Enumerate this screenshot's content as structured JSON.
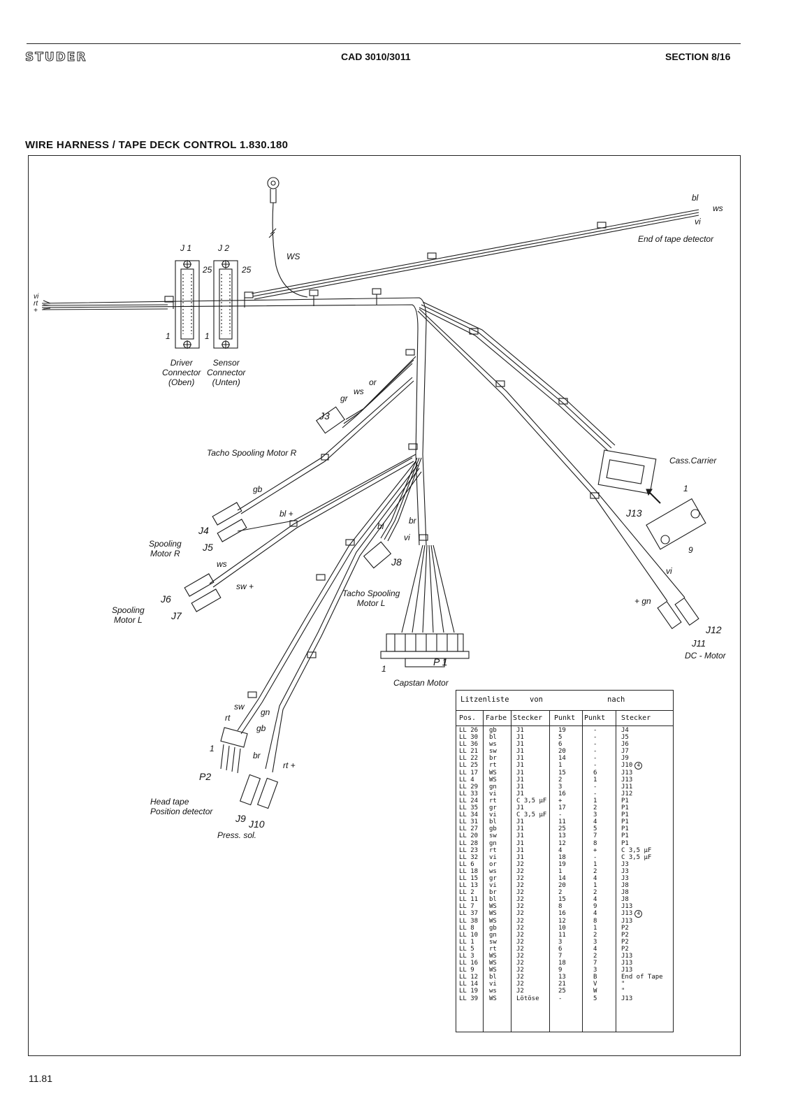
{
  "header": {
    "brand": "STUDER",
    "document": "CAD 3010/3011",
    "section": "SECTION 8/16"
  },
  "diagram_title": "WIRE HARNESS / TAPE DECK CONTROL   1.830.180",
  "footer": "11.81",
  "labels": {
    "j1": "J 1",
    "j2": "J 2",
    "pin25a": "25",
    "pin25b": "25",
    "pin1a": "1",
    "pin1b": "1",
    "driver_connector": "Driver\nConnector\n(Oben)",
    "sensor_connector": "Sensor\nConnector\n(Unten)",
    "ws_top": "WS",
    "left_wires": "vi\nrt\n+",
    "end_of_tape_colors_bl": "bl",
    "end_of_tape_colors_ws": "ws",
    "end_of_tape_colors_vi": "vi",
    "end_of_tape_detector": "End of tape detector",
    "j3": "J3",
    "gr": "gr",
    "ws_j3": "ws",
    "or_j3": "or",
    "tacho_spooling_motor_r": "Tacho Spooling Motor R",
    "gb_j4": "gb",
    "bl_plus": "bl +",
    "j4": "J4",
    "j5": "J5",
    "spooling_motor_r": "Spooling\nMotor R",
    "ws_j6": "ws",
    "sw_plus": "sw +",
    "j6": "J6",
    "j7": "J7",
    "spooling_motor_l": "Spooling\nMotor L",
    "bl_j8": "bl",
    "br_j8": "br",
    "vi_j8": "vi",
    "j8": "J8",
    "tacho_spooling_motor_l": "Tacho Spooling\nMotor L",
    "p1": "P 1",
    "pin1_p1": "1",
    "capstan_motor": "Capstan Motor",
    "cass_carrier": "Cass.Carrier",
    "j13": "J13",
    "pin1_j13": "1",
    "pin9_j13": "9",
    "vi_j12": "vi",
    "gn_plus": "+ gn",
    "j12": "J12",
    "j11": "J11",
    "dc_motor": "DC - Motor",
    "sw_p2": "sw",
    "rt_p2": "rt",
    "gn_p2": "gn",
    "gb_p2": "gb",
    "pin1_p2": "1",
    "p2": "P2",
    "br_j9": "br",
    "rt_plus": "rt +",
    "head_tape_position_detector": "Head tape\nPosition detector",
    "j9": "J9",
    "j10": "J10",
    "press_sol": "Press. sol."
  },
  "wire_list": {
    "title": "Litzenliste",
    "from": "von",
    "to": "nach",
    "columns": [
      "Pos.",
      "Farbe",
      "Stecker",
      "Punkt",
      "Punkt",
      "Stecker"
    ],
    "rows": [
      [
        "LL 26",
        "gb",
        "J1",
        "19",
        "-",
        "J4"
      ],
      [
        "LL 30",
        "bl",
        "J1",
        "5",
        "-",
        "J5"
      ],
      [
        "LL 36",
        "ws",
        "J1",
        "6",
        "-",
        "J6"
      ],
      [
        "LL 21",
        "sw",
        "J1",
        "20",
        "-",
        "J7"
      ],
      [
        "LL 22",
        "br",
        "J1",
        "14",
        "-",
        "J9"
      ],
      [
        "LL 25",
        "rt",
        "J1",
        "1",
        "-",
        "J10"
      ],
      [
        "LL 17",
        "WS",
        "J1",
        "15",
        "6",
        "J13"
      ],
      [
        "LL  4",
        "WS",
        "J1",
        "2",
        "1",
        "J13"
      ],
      [
        "LL 29",
        "gn",
        "J1",
        "3",
        "-",
        "J11"
      ],
      [
        "LL 33",
        "vi",
        "J1",
        "16",
        "-",
        "J12"
      ],
      [
        "LL 24",
        "rt",
        "C 3,5 µF",
        "+",
        "1",
        "P1"
      ],
      [
        "LL 35",
        "gr",
        "J1",
        "17",
        "2",
        "P1"
      ],
      [
        "LL 34",
        "vi",
        "C 3,5 µF",
        "-",
        "3",
        "P1"
      ],
      [
        "LL 31",
        "bl",
        "J1",
        "11",
        "4",
        "P1"
      ],
      [
        "LL 27",
        "gb",
        "J1",
        "25",
        "5",
        "P1"
      ],
      [
        "LL 20",
        "sw",
        "J1",
        "13",
        "7",
        "P1"
      ],
      [
        "LL 28",
        "gn",
        "J1",
        "12",
        "8",
        "P1"
      ],
      [
        "LL 23",
        "rt",
        "J1",
        "4",
        "+",
        "C 3,5 µF"
      ],
      [
        "LL 32",
        "vi",
        "J1",
        "18",
        "-",
        "C 3,5 µF"
      ],
      [
        "LL  6",
        "or",
        "J2",
        "19",
        "1",
        "J3"
      ],
      [
        "LL 18",
        "ws",
        "J2",
        "1",
        "2",
        "J3"
      ],
      [
        "LL 15",
        "gr",
        "J2",
        "14",
        "4",
        "J3"
      ],
      [
        "LL 13",
        "vi",
        "J2",
        "20",
        "1",
        "J8"
      ],
      [
        "LL  2",
        "br",
        "J2",
        "2",
        "2",
        "J8"
      ],
      [
        "LL 11",
        "bl",
        "J2",
        "15",
        "4",
        "J8"
      ],
      [
        "LL  7",
        "WS",
        "J2",
        "8",
        "9",
        "J13"
      ],
      [
        "LL 37",
        "WS",
        "J2",
        "16",
        "4",
        "J13"
      ],
      [
        "LL 38",
        "WS",
        "J2",
        "12",
        "8",
        "J13"
      ],
      [
        "LL  8",
        "gb",
        "J2",
        "10",
        "1",
        "P2"
      ],
      [
        "LL 10",
        "gn",
        "J2",
        "11",
        "2",
        "P2"
      ],
      [
        "LL  1",
        "sw",
        "J2",
        "3",
        "3",
        "P2"
      ],
      [
        "LL  5",
        "rt",
        "J2",
        "6",
        "4",
        "P2"
      ],
      [
        "LL  3",
        "WS",
        "J2",
        "7",
        "2",
        "J13"
      ],
      [
        "LL 16",
        "WS",
        "J2",
        "18",
        "7",
        "J13"
      ],
      [
        "LL  9",
        "WS",
        "J2",
        "9",
        "3",
        "J13"
      ],
      [
        "LL 12",
        "bl",
        "J2",
        "13",
        "B",
        "End of Tape"
      ],
      [
        "LL 14",
        "vi",
        "J2",
        "21",
        "V",
        "\""
      ],
      [
        "LL 19",
        "ws",
        "J2",
        "25",
        "W",
        "\""
      ],
      [
        "LL 39",
        "WS",
        "Lötöse",
        "-",
        "5",
        "J13"
      ]
    ],
    "circled_note": "4",
    "circled_rows": [
      5,
      26
    ]
  }
}
